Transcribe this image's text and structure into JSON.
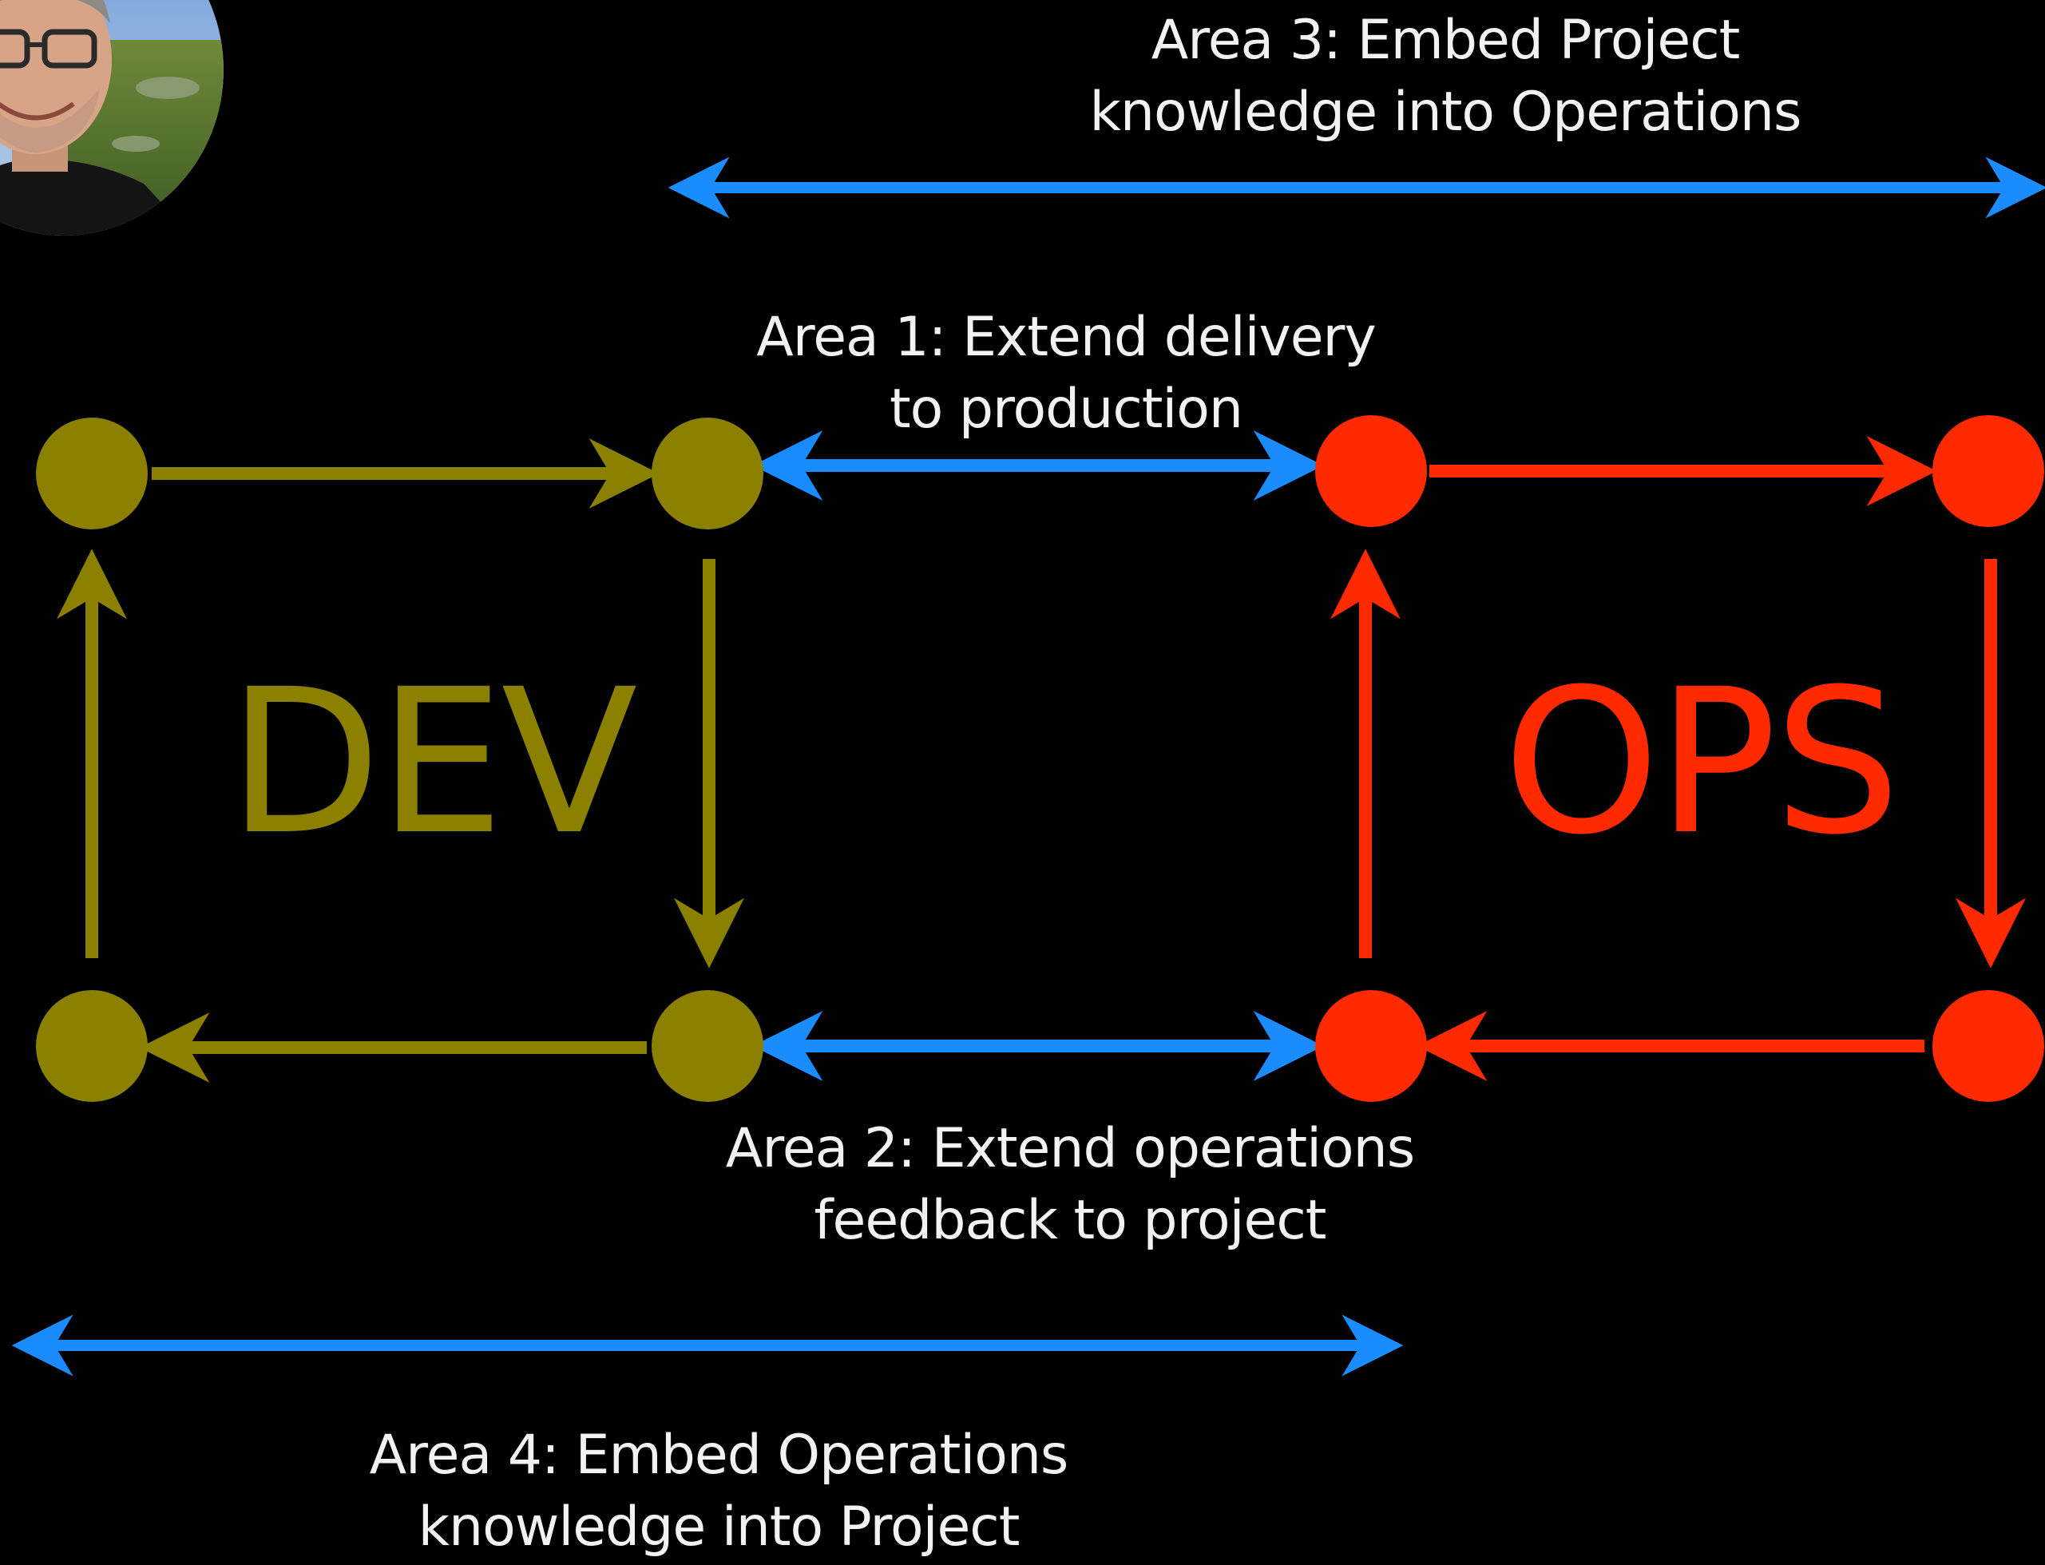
{
  "colors": {
    "background": "#000000",
    "dev": "#8c8000",
    "ops": "#ff2a00",
    "link": "#1a8cff",
    "text": "#f2f2f2"
  },
  "areas": {
    "area1": {
      "line1": "Area 1: Extend delivery",
      "line2": "to production"
    },
    "area2": {
      "line1": "Area 2: Extend operations",
      "line2": "feedback to project"
    },
    "area3": {
      "line1": "Area 3: Embed Project",
      "line2": "knowledge into Operations"
    },
    "area4": {
      "line1": "Area 4: Embed Operations",
      "line2": "knowledge into Project"
    }
  },
  "dev_label": "DEV",
  "ops_label": "OPS",
  "avatar": {
    "icon": "person-photo-avatar"
  }
}
